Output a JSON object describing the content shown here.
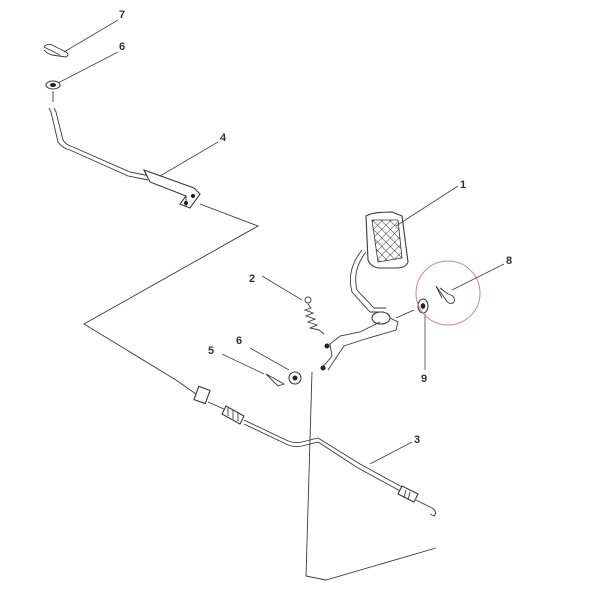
{
  "callouts": {
    "c1": "1",
    "c2": "2",
    "c3": "3",
    "c4": "4",
    "c5": "5",
    "c6_top": "6",
    "c6_mid": "6",
    "c7": "7",
    "c8": "8",
    "c9": "9"
  },
  "colors": {
    "line": "#3a3a3a",
    "highlight_circle": "#c98a9a",
    "background": "#ffffff"
  }
}
